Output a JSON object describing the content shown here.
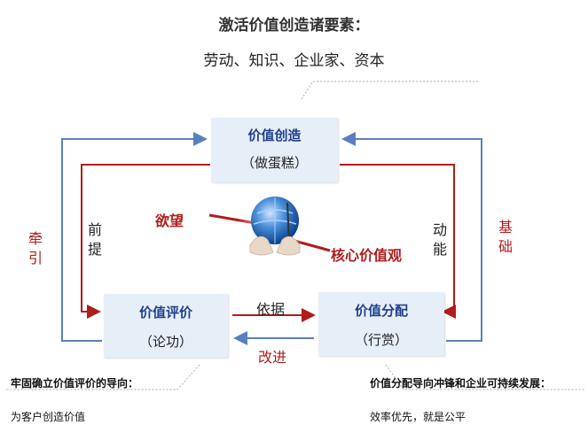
{
  "header": {
    "title": "激活价值创造诸要素：",
    "subtitle": "劳动、知识、企业家、资本"
  },
  "boxes": {
    "create": {
      "title": "价值创造",
      "sub": "（做蛋糕）"
    },
    "evaluate": {
      "title": "价值评价",
      "sub": "（论功）"
    },
    "distribute": {
      "title": "价值分配",
      "sub": "（行赏）"
    }
  },
  "labels": {
    "left_outer": "牵引",
    "left_inner": "前提",
    "right_inner": "动能",
    "right_outer": "基础",
    "middle_top": "依据",
    "middle_bottom": "改进",
    "desire": "欲望",
    "core_values": "核心价值观"
  },
  "notes": {
    "left_bold": "牢固确立价值评价的导向：",
    "left_plain": "为客户创造价值",
    "right_bold": "价值分配导向冲锋和企业可持续发展：",
    "right_plain": "效率优先，就是公平"
  },
  "colors": {
    "red": "#b01c1c",
    "blue": "#5a7fc0",
    "box_fill": "#e6eef8",
    "box_title": "#1f3f8f"
  },
  "icons": {
    "center": "globe-hands-icon"
  }
}
